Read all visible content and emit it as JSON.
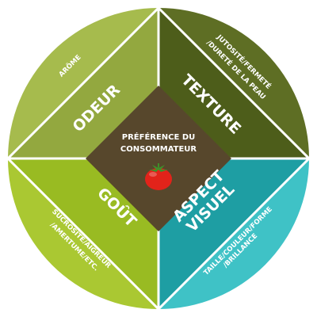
{
  "center": {
    "line1": "PRÉFÉRENCE DU",
    "line2": "CONSOMMATEUR",
    "icon": "tomato-icon"
  },
  "segments": [
    {
      "key": "odeur",
      "title": "ODEUR",
      "subtitle": "ARÔME",
      "color": "#93a83f",
      "light": "#a6bb4d"
    },
    {
      "key": "texture",
      "title": "TEXTURE",
      "subtitle_line1": "JUTOSITÉ/FERMETÉ",
      "subtitle_line2": "/DURETÉ DE LA PEAU",
      "color": "#4d5d1a",
      "light": "#5e6e24"
    },
    {
      "key": "gout",
      "title": "GOÛT",
      "subtitle_line1": "SUCROSITÉ/AIGREUR",
      "subtitle_line2": "/AMERTUME/ETC.",
      "color": "#99bb22",
      "light": "#aac832"
    },
    {
      "key": "aspect",
      "title_line1": "ASPECT",
      "title_line2": "VISUEL",
      "subtitle_line1": "TAILLE/COULEUR/FORME",
      "subtitle_line2": "/BRILLANCE",
      "color": "#1e9ea3",
      "light": "#3fc2c6"
    }
  ],
  "colors": {
    "center": "#57472c",
    "divider": "#ffffff",
    "tomato": "#e2231a",
    "tomato_leaf": "#3f8f2a"
  }
}
